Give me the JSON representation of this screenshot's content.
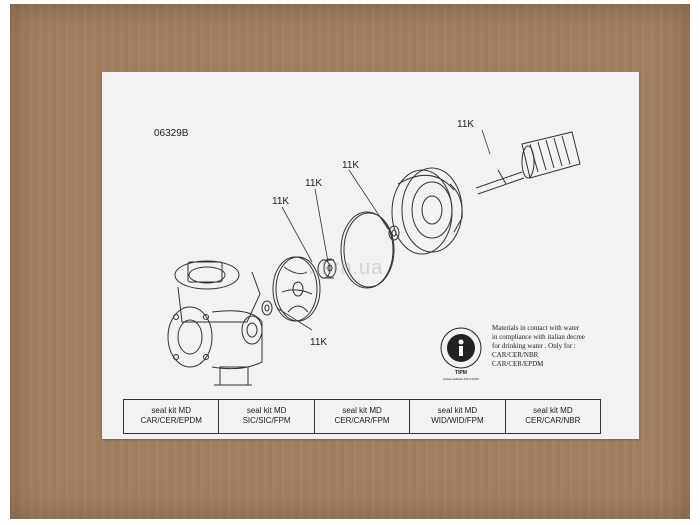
{
  "label": {
    "code": "06329B",
    "callouts": [
      "11K",
      "11K",
      "11K",
      "11K",
      "11K"
    ],
    "watermark": "...krn.ua",
    "certification": {
      "logo_text": "TIPM",
      "logo_subtext": "prodotto qualificato D.M.174/2004",
      "lines": [
        "Materials in contact with water",
        "in compliance with italian decree",
        "for drinking water . Only for :",
        "CAR/CER/NBR",
        "CAR/CER/EPDM"
      ]
    },
    "seal_kits": [
      {
        "title": "seal kit MD",
        "code": "CAR/CER/EPDM"
      },
      {
        "title": "seal kit MD",
        "code": "SIC/SIC/FPM"
      },
      {
        "title": "seal kit MD",
        "code": "CER/CAR/FPM"
      },
      {
        "title": "seal kit MD",
        "code": "WID/WID/FPM"
      },
      {
        "title": "seal kit MD",
        "code": "CER/CAR/NBR"
      }
    ]
  }
}
